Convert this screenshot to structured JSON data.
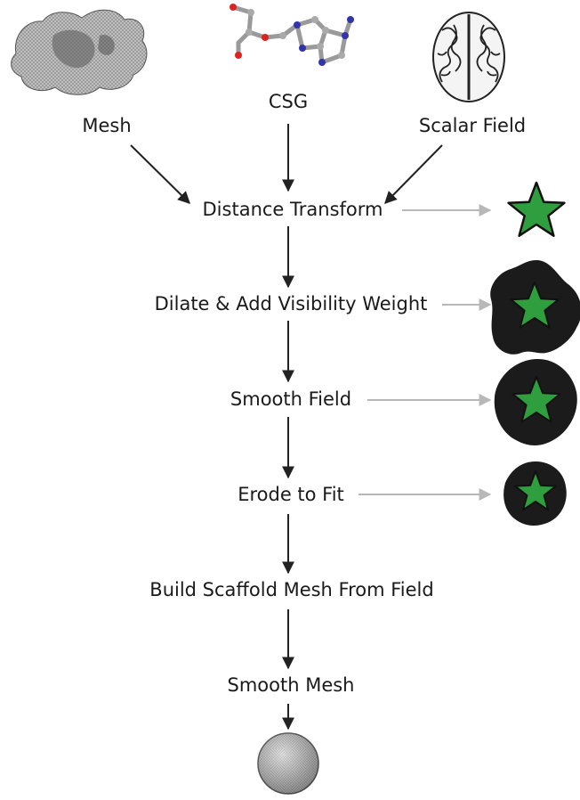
{
  "inputs": [
    {
      "id": "mesh",
      "label": "Mesh",
      "icon": "protein-mesh-image"
    },
    {
      "id": "csg",
      "label": "CSG",
      "icon": "molecule-ball-stick-image"
    },
    {
      "id": "scalar",
      "label": "Scalar Field",
      "icon": "brain-image"
    }
  ],
  "steps": [
    {
      "id": "distance",
      "label": "Distance Transform",
      "preview": "green-star-icon"
    },
    {
      "id": "dilate",
      "label": "Dilate & Add Visibility Weight",
      "preview": "dilated-star-icon"
    },
    {
      "id": "smooth-field",
      "label": "Smooth Field",
      "preview": "smoothed-star-icon"
    },
    {
      "id": "erode",
      "label": "Erode to Fit",
      "preview": "eroded-star-icon"
    },
    {
      "id": "scaffold",
      "label": "Build Scaffold Mesh From Field"
    },
    {
      "id": "smooth-mesh",
      "label": "Smooth Mesh"
    }
  ],
  "output": {
    "icon": "sphere-mesh-image"
  },
  "colors": {
    "star_fill": "#2e9e3e",
    "star_outline": "#111111",
    "blob_fill": "#1b1b1b",
    "arrow_main": "#222222",
    "arrow_preview": "#b8b8b8",
    "sphere": "#bdbdbd"
  }
}
